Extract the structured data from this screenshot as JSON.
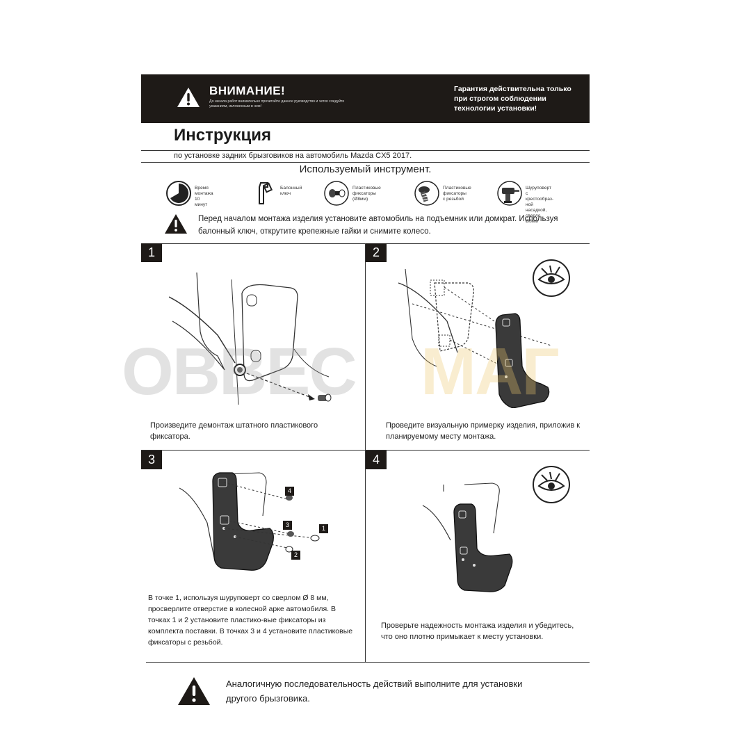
{
  "header": {
    "warning_title": "ВНИМАНИЕ!",
    "warning_subtitle": "До начала работ внимательно прочитайте данное руководство и четко следуйте указаниям, изложенным в нем!",
    "guarantee": "Гарантия действительна только при строгом соблюдении технологии установки!"
  },
  "title": "Инструкция",
  "subtitle": "по установке задних брызговиков на автомобиль Mazda CX5 2017.",
  "tools": {
    "title": "Используемый инструмент.",
    "items": [
      {
        "icon": "clock-icon",
        "label": "Время монтажа\n10 минут"
      },
      {
        "icon": "wrench-icon",
        "label": "Балонный\nключ"
      },
      {
        "icon": "plastic-fixer-icon",
        "label": "Пластиковые\nфиксаторы (Ø8мм)"
      },
      {
        "icon": "screw-fixer-icon",
        "label": "Пластиковые\nфиксаторы\nс резьбой"
      },
      {
        "icon": "drill-icon",
        "label": "Шуруповерт\nс крестообраз-\nной насадкой,\nсверло Ø8мм"
      }
    ]
  },
  "pre_note": "Перед началом монтажа изделия установите автомобиль на подъемник или домкрат. Используя балонный ключ, открутите крепежные гайки и снимите колесо.",
  "steps": [
    {
      "number": "1",
      "caption": "Произведите демонтаж штатного пластикового фиксатора."
    },
    {
      "number": "2",
      "caption": "Проведите визуальную примерку изделия, приложив к планируемому месту монтажа."
    },
    {
      "number": "3",
      "caption": "В точке 1, используя шуруповерт со сверлом Ø 8 мм, просверлите отверстие в колесной арке автомобиля. В точках 1 и 2 установите пластико-вые фиксаторы из комплекта поставки. В точках 3 и 4 установите пластиковые фиксаторы с резьбой.",
      "markers": [
        "4",
        "3",
        "1",
        "2"
      ]
    },
    {
      "number": "4",
      "caption": "Проверьте надежность монтажа изделия и убедитесь, что оно плотно примыкает к месту установки."
    }
  ],
  "bottom_note": "Аналогичную последовательность действий выполните для установки другого брызговика.",
  "watermark": {
    "part1": "ОВВЕС",
    "part2": "МАГ"
  },
  "colors": {
    "header_bg": "#1e1a17",
    "text": "#222222",
    "watermark_gray": "#969696",
    "watermark_gold": "#ebc86e"
  }
}
